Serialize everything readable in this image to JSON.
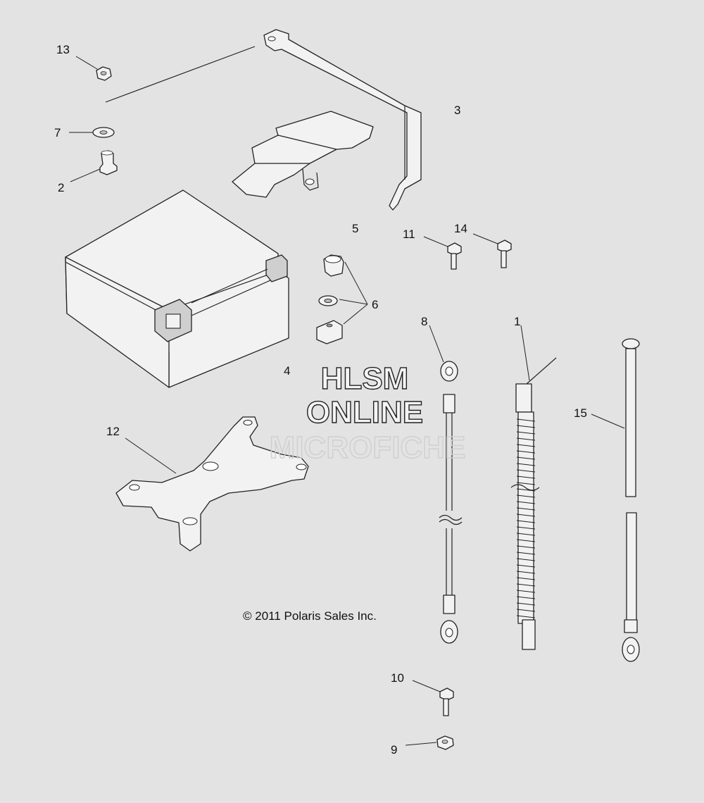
{
  "callouts": {
    "c1": "1",
    "c2": "2",
    "c3": "3",
    "c4": "4",
    "c5": "5",
    "c6": "6",
    "c7": "7",
    "c8": "8",
    "c9": "9",
    "c10": "10",
    "c11": "11",
    "c12": "12",
    "c13": "13",
    "c14": "14",
    "c15": "15"
  },
  "copyright": "© 2011 Polaris Sales Inc.",
  "watermark": {
    "line1": "HLSM",
    "line2": "ONLINE",
    "line3": "MICROFICHE"
  },
  "colors": {
    "background": "#e3e3e3",
    "linework": "#222222"
  }
}
